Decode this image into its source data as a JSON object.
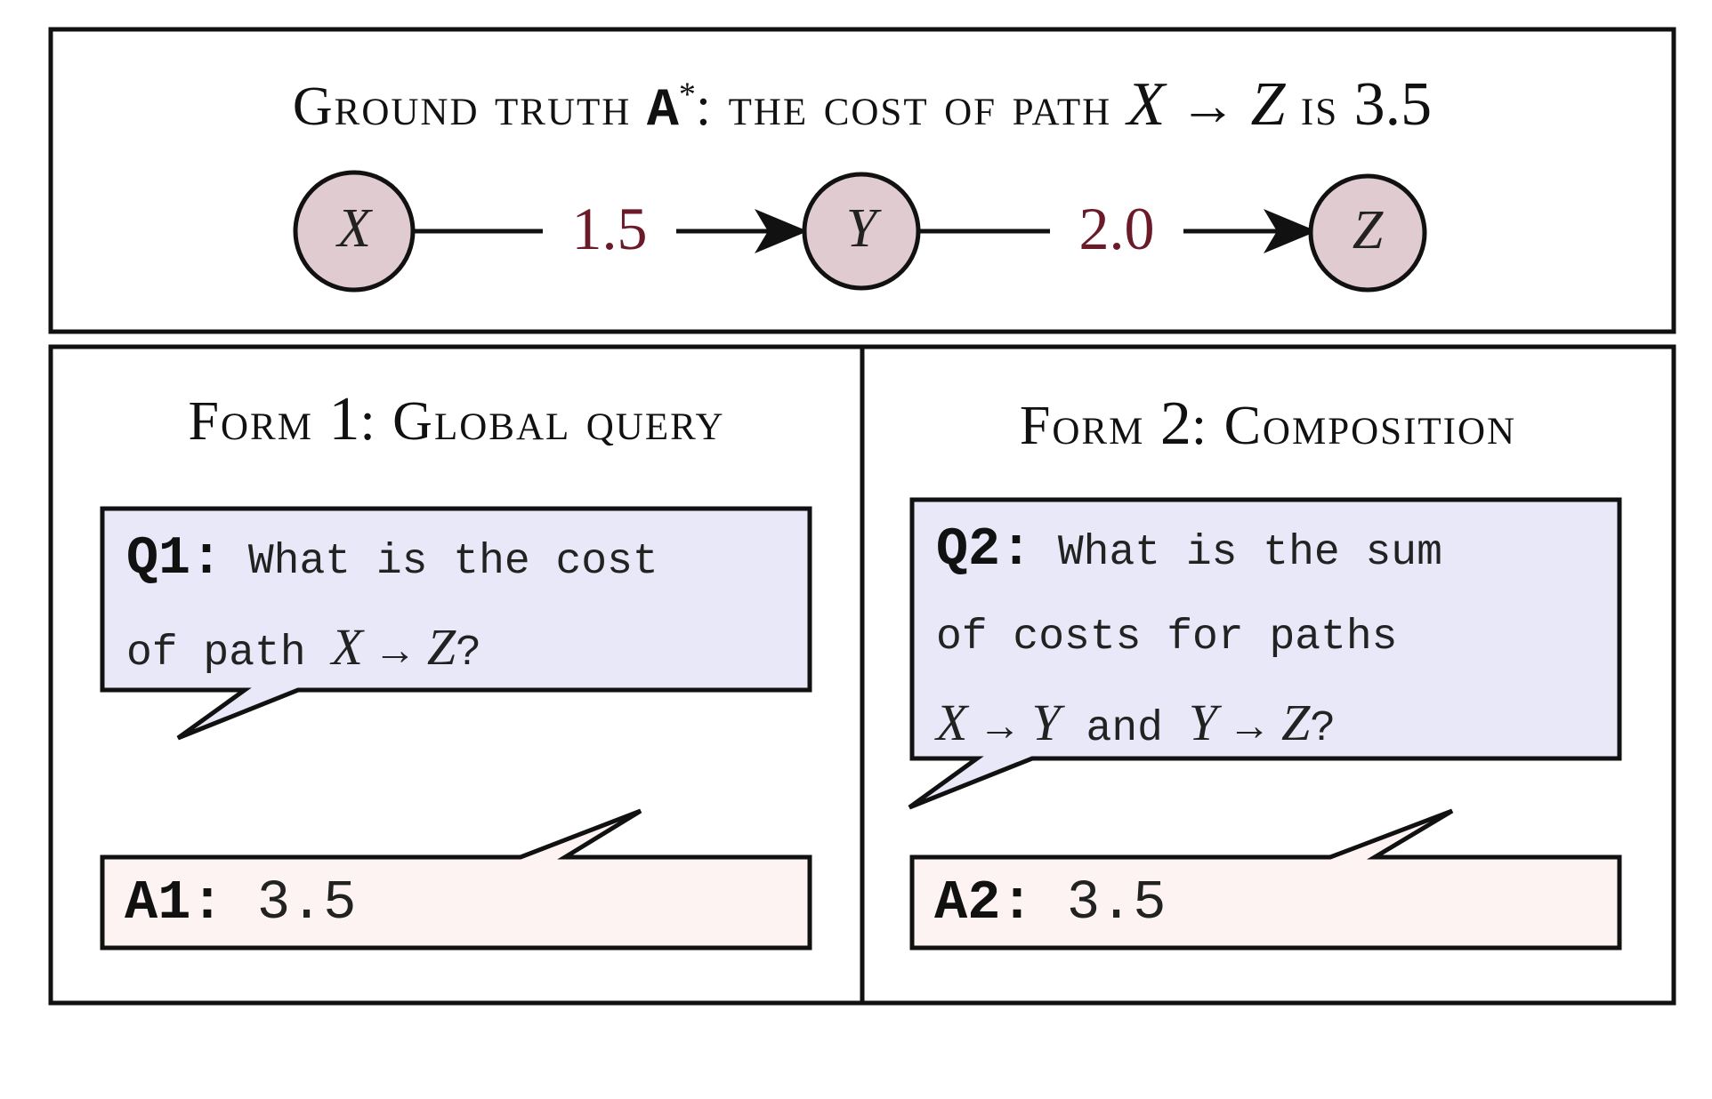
{
  "ground_truth": {
    "prefix": "Ground truth ",
    "symbol": "A",
    "star": "*",
    "middle": ": the cost of path ",
    "from": "X",
    "arrow": "→",
    "to": "Z",
    "suffix": " is ",
    "value": "3.5"
  },
  "graph": {
    "nodes": [
      "X",
      "Y",
      "Z"
    ],
    "edges": [
      {
        "from": "X",
        "to": "Y",
        "weight": "1.5"
      },
      {
        "from": "Y",
        "to": "Z",
        "weight": "2.0"
      }
    ],
    "node_fill": "#e0ccd0",
    "weight_color": "#6b1a2a"
  },
  "form1": {
    "title_prefix": "Form ",
    "title_num": "1",
    "title_suffix": ": Global query",
    "question_tag": "Q1:",
    "question_line1": "What is the cost",
    "question_line2_pre": "of path ",
    "q_from": "X",
    "q_arrow": "→",
    "q_to": "Z",
    "q_end": "?",
    "answer_tag": "A1:",
    "answer_value": "3.5"
  },
  "form2": {
    "title_prefix": "Form ",
    "title_num": "2",
    "title_suffix": ": Composition",
    "question_tag": "Q2:",
    "question_line1": "What is the sum",
    "question_line2": "of costs for paths",
    "p1_from": "X",
    "p1_arrow": "→",
    "p1_to": "Y",
    "and": " and ",
    "p2_from": "Y",
    "p2_arrow": "→",
    "p2_to": "Z",
    "q_end": "?",
    "answer_tag": "A2:",
    "answer_value": "3.5"
  },
  "colors": {
    "question_fill": "#e8e8f8",
    "answer_fill": "#fdf3f2",
    "stroke": "#111111"
  }
}
